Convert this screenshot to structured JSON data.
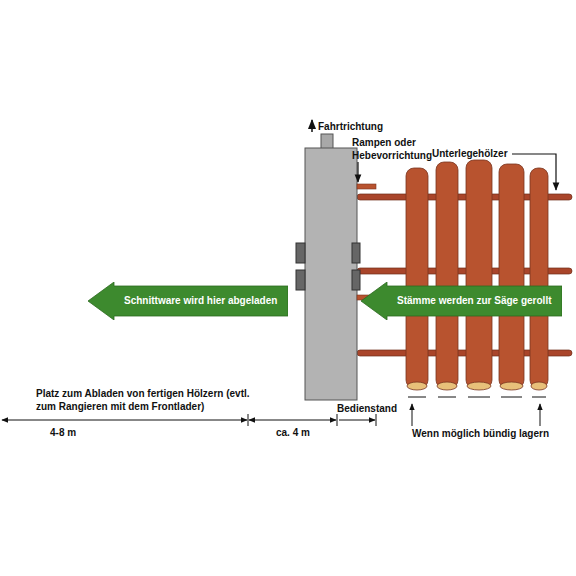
{
  "diagram": {
    "nodes": [
      {
        "text": [
          "Schnittware wird hier abgeladen"
        ]
      },
      {
        "text": [
          "Stämme werden zur Säge gerollt"
        ]
      }
    ],
    "labels": [
      "Fahrtrichtung",
      "Rampen oder Hebevorrichtung",
      "Unterlegehölzer",
      "Platz zum Abladen von fertigen Hölzern (evtl. zum Rangieren mit dem Frontlader)",
      "4-8 m",
      "ca. 4 m",
      "Bedienstand",
      "Wenn möglich bündig lagern"
    ]
  }
}
